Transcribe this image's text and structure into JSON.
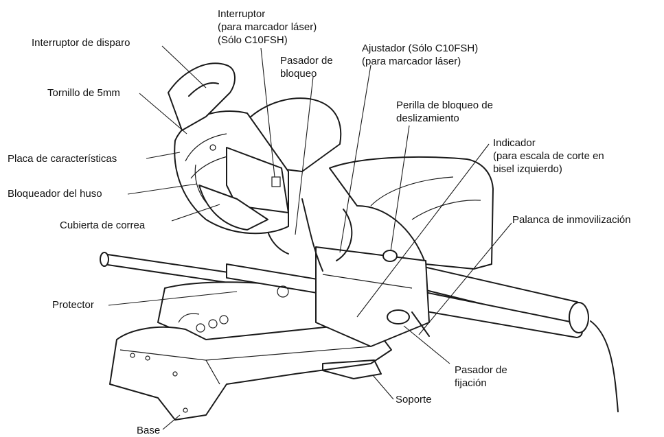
{
  "labels": {
    "interruptor_disparo": "Interruptor de disparo",
    "tornillo": "Tornillo de 5mm",
    "placa": "Placa de características",
    "bloqueador": "Bloqueador del huso",
    "cubierta": "Cubierta de correa",
    "protector": "Protector",
    "base": "Base",
    "interruptor_laser": [
      "Interruptor",
      "(para marcador láser)",
      "(Sólo C10FSH)"
    ],
    "pasador_bloqueo": [
      "Pasador de",
      "bloqueo"
    ],
    "ajustador": [
      "Ajustador (Sólo C10FSH)",
      "(para marcador láser)"
    ],
    "perilla": [
      "Perilla de bloqueo de",
      "deslizamiento"
    ],
    "indicador": [
      "Indicador",
      "(para escala de corte en",
      "bisel izquierdo)"
    ],
    "palanca": "Palanca de inmovilización",
    "pasador_fijacion": [
      "Pasador de",
      "fijación"
    ],
    "soporte": "Soporte"
  }
}
